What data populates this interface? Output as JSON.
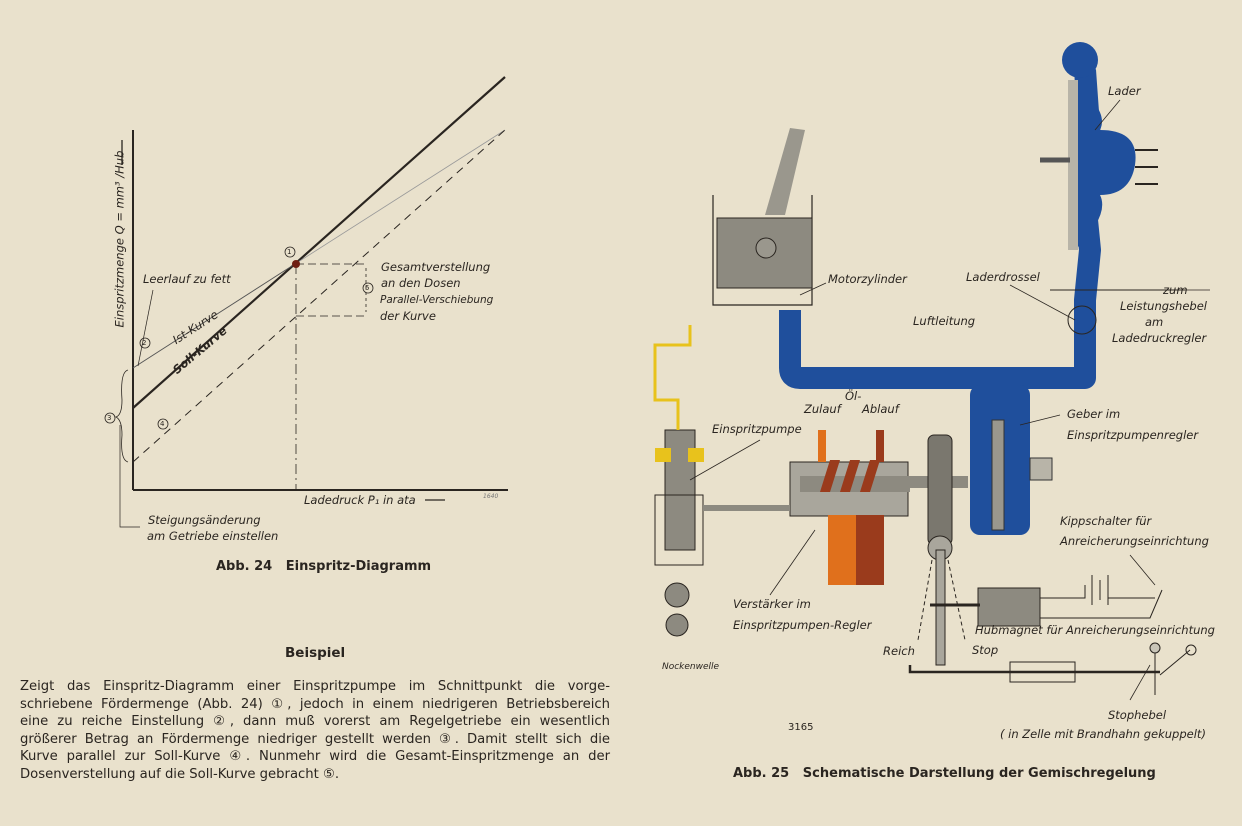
{
  "fig24": {
    "y_axis_label": "Einspritzmenge Q = mm³ /Hub",
    "x_axis_label": "Ladedruck P₁ in ata",
    "leerlauf": "Leerlauf zu fett",
    "ist_kurve": "Ist-Kurve",
    "soll_kurve": "Soll-Kurve",
    "gesamt_1": "Gesamtverstellung",
    "gesamt_2": "an den Dosen",
    "parallel_1": "Parallel-Verschiebung",
    "parallel_2": "der Kurve",
    "steigung_1": "Steigungsänderung",
    "steigung_2": "am Getriebe einstellen",
    "markers": [
      "1",
      "2",
      "3",
      "4",
      "5"
    ],
    "code": "1640",
    "caption": "Abb. 24   Einspritz-Diagramm"
  },
  "beispiel": {
    "title": "Beispiel",
    "lines": [
      "Zeigt das Einspritz-Diagramm einer Einspritzpumpe im Schnittpunkt die vorge-",
      "schriebene Fördermenge (Abb. 24) ①, jedoch in einem niedrigeren Betriebsbereich",
      "eine zu reiche Einstellung ②, dann muß vorerst am Regelgetriebe ein wesentlich",
      "größerer Betrag an Fördermenge niedriger gestellt werden ③. Damit stellt sich die",
      "Kurve parallel zur Soll-Kurve ④. Nunmehr wird die Gesamt-Einspritzmenge an der",
      "Dosenverstellung auf die Soll-Kurve gebracht ⑤."
    ]
  },
  "fig25": {
    "lader": "Lader",
    "motorzylinder": "Motorzylinder",
    "laderdrossel": "Laderdrossel",
    "zum_1": "zum",
    "zum_2": "Leistungshebel",
    "zum_3": "am",
    "zum_4": "Ladedruckregler",
    "luftleitung": "Luftleitung",
    "oel": "Öl-",
    "zulauf": "Zulauf",
    "ablauf": "Ablauf",
    "einspritzpumpe": "Einspritzpumpe",
    "geber_1": "Geber im",
    "geber_2": "Einspritzpumpenregler",
    "kipp_1": "Kippschalter für",
    "kipp_2": "Anreicherungseinrichtung",
    "verstaerker_1": "Verstärker im",
    "verstaerker_2": "Einspritzpumpen-Regler",
    "hubmagnet": "Hubmagnet für Anreicherungseinrichtung",
    "reich": "Reich",
    "stop": "Stop",
    "nockenwelle": "Nockenwelle",
    "stophebel_1": "Stophebel",
    "stophebel_2": "( in Zelle mit Brandhahn gekuppelt)",
    "number": "3165",
    "caption": "Abb. 25   Schematische Darstellung der Gemischregelung"
  },
  "colors": {
    "paper": "#e9e1cc",
    "blue": "#1f4f9c",
    "orange": "#e0701c",
    "brown": "#9a3b1c",
    "yellow": "#e8c21c",
    "gray": "#8d8a80"
  }
}
